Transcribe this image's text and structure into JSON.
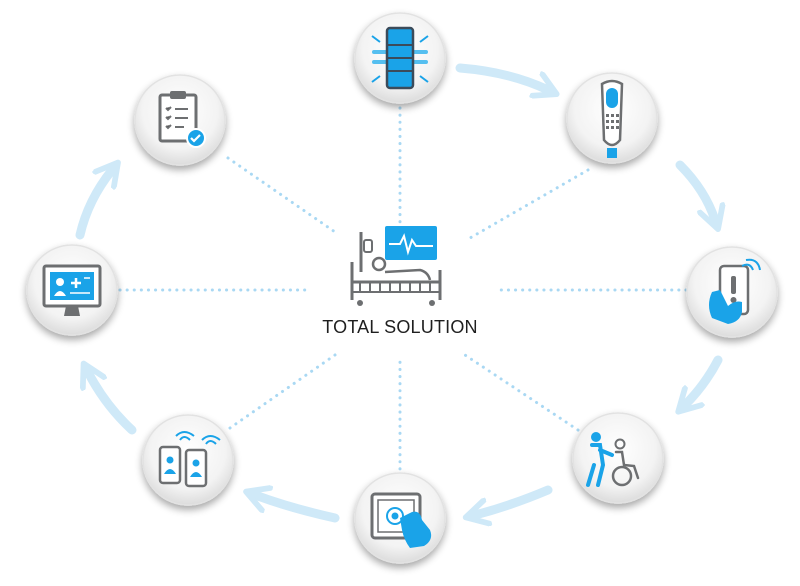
{
  "center": {
    "label": "TOTAL SOLUTION",
    "icon": "hospital-bed-with-monitor-icon"
  },
  "nodes": [
    {
      "id": "sensor-pad",
      "icon": "bed-sensor-pad-icon"
    },
    {
      "id": "nurse-call",
      "icon": "nurse-call-handset-icon"
    },
    {
      "id": "mobile-alert",
      "icon": "smartphone-alert-icon"
    },
    {
      "id": "caregiver",
      "icon": "caregiver-wheelchair-icon"
    },
    {
      "id": "touch-screen",
      "icon": "touch-screen-icon"
    },
    {
      "id": "mobile-devices",
      "icon": "two-mobile-devices-icon"
    },
    {
      "id": "monitor-record",
      "icon": "computer-patient-record-icon"
    },
    {
      "id": "checklist",
      "icon": "clipboard-checklist-icon"
    }
  ],
  "colors": {
    "accent_blue": "#1aa3e8",
    "icon_gray": "#8a8c8e",
    "arrow_blue": "#cfe9f8",
    "dot_blue": "#a9d8f3",
    "circle_fill": "#f4f4f4"
  }
}
